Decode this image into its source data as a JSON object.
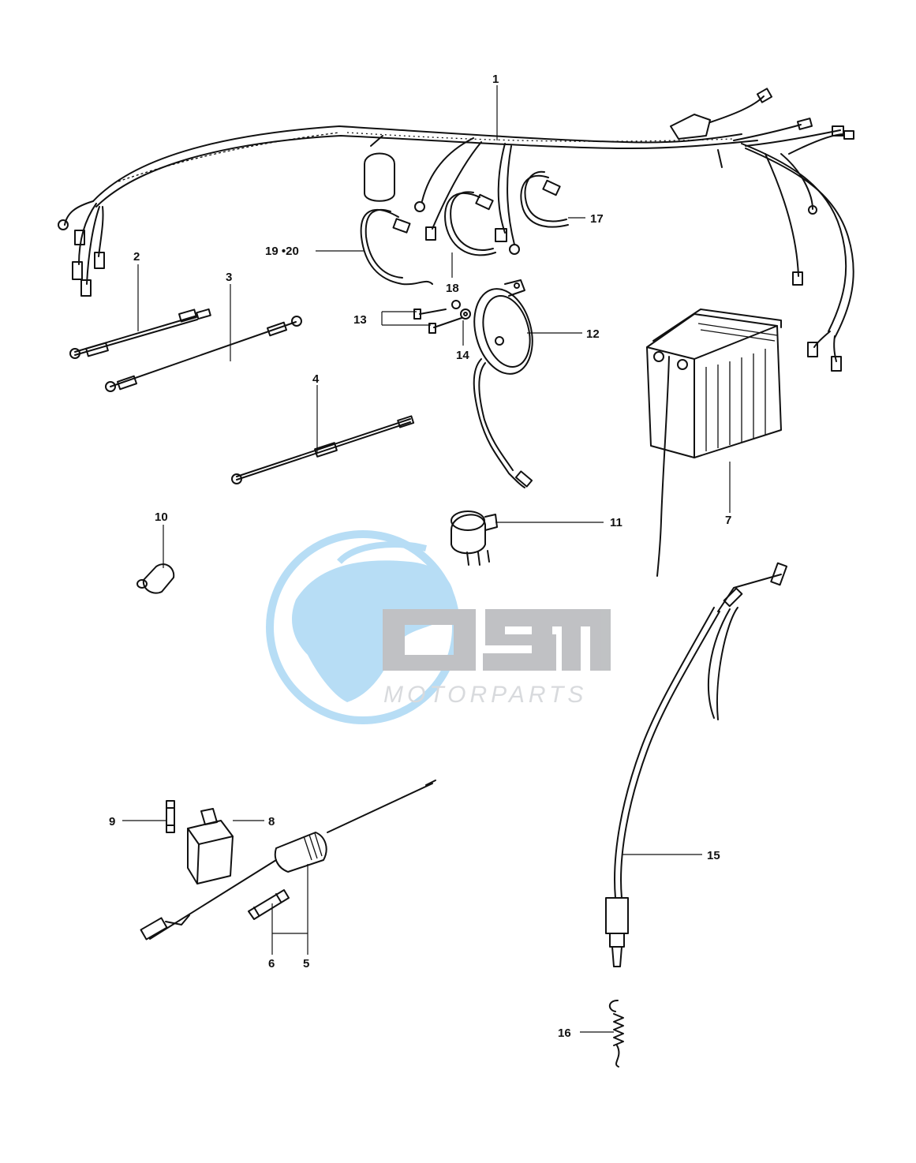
{
  "callouts": [
    {
      "id": "1",
      "label": "1"
    },
    {
      "id": "2",
      "label": "2"
    },
    {
      "id": "3",
      "label": "3"
    },
    {
      "id": "4",
      "label": "4"
    },
    {
      "id": "5",
      "label": "5"
    },
    {
      "id": "6",
      "label": "6"
    },
    {
      "id": "7",
      "label": "7"
    },
    {
      "id": "8",
      "label": "8"
    },
    {
      "id": "9",
      "label": "9"
    },
    {
      "id": "10",
      "label": "10"
    },
    {
      "id": "11",
      "label": "11"
    },
    {
      "id": "12",
      "label": "12"
    },
    {
      "id": "13",
      "label": "13"
    },
    {
      "id": "14",
      "label": "14"
    },
    {
      "id": "15",
      "label": "15"
    },
    {
      "id": "16",
      "label": "16"
    },
    {
      "id": "17",
      "label": "17"
    },
    {
      "id": "18",
      "label": "18"
    },
    {
      "id": "19-20",
      "label": "19 •20"
    }
  ],
  "watermark": {
    "brand": "OSM",
    "tagline": "MOTORPARTS",
    "globe_color": "#7ec3ee",
    "letters_color": "#8d9094"
  }
}
